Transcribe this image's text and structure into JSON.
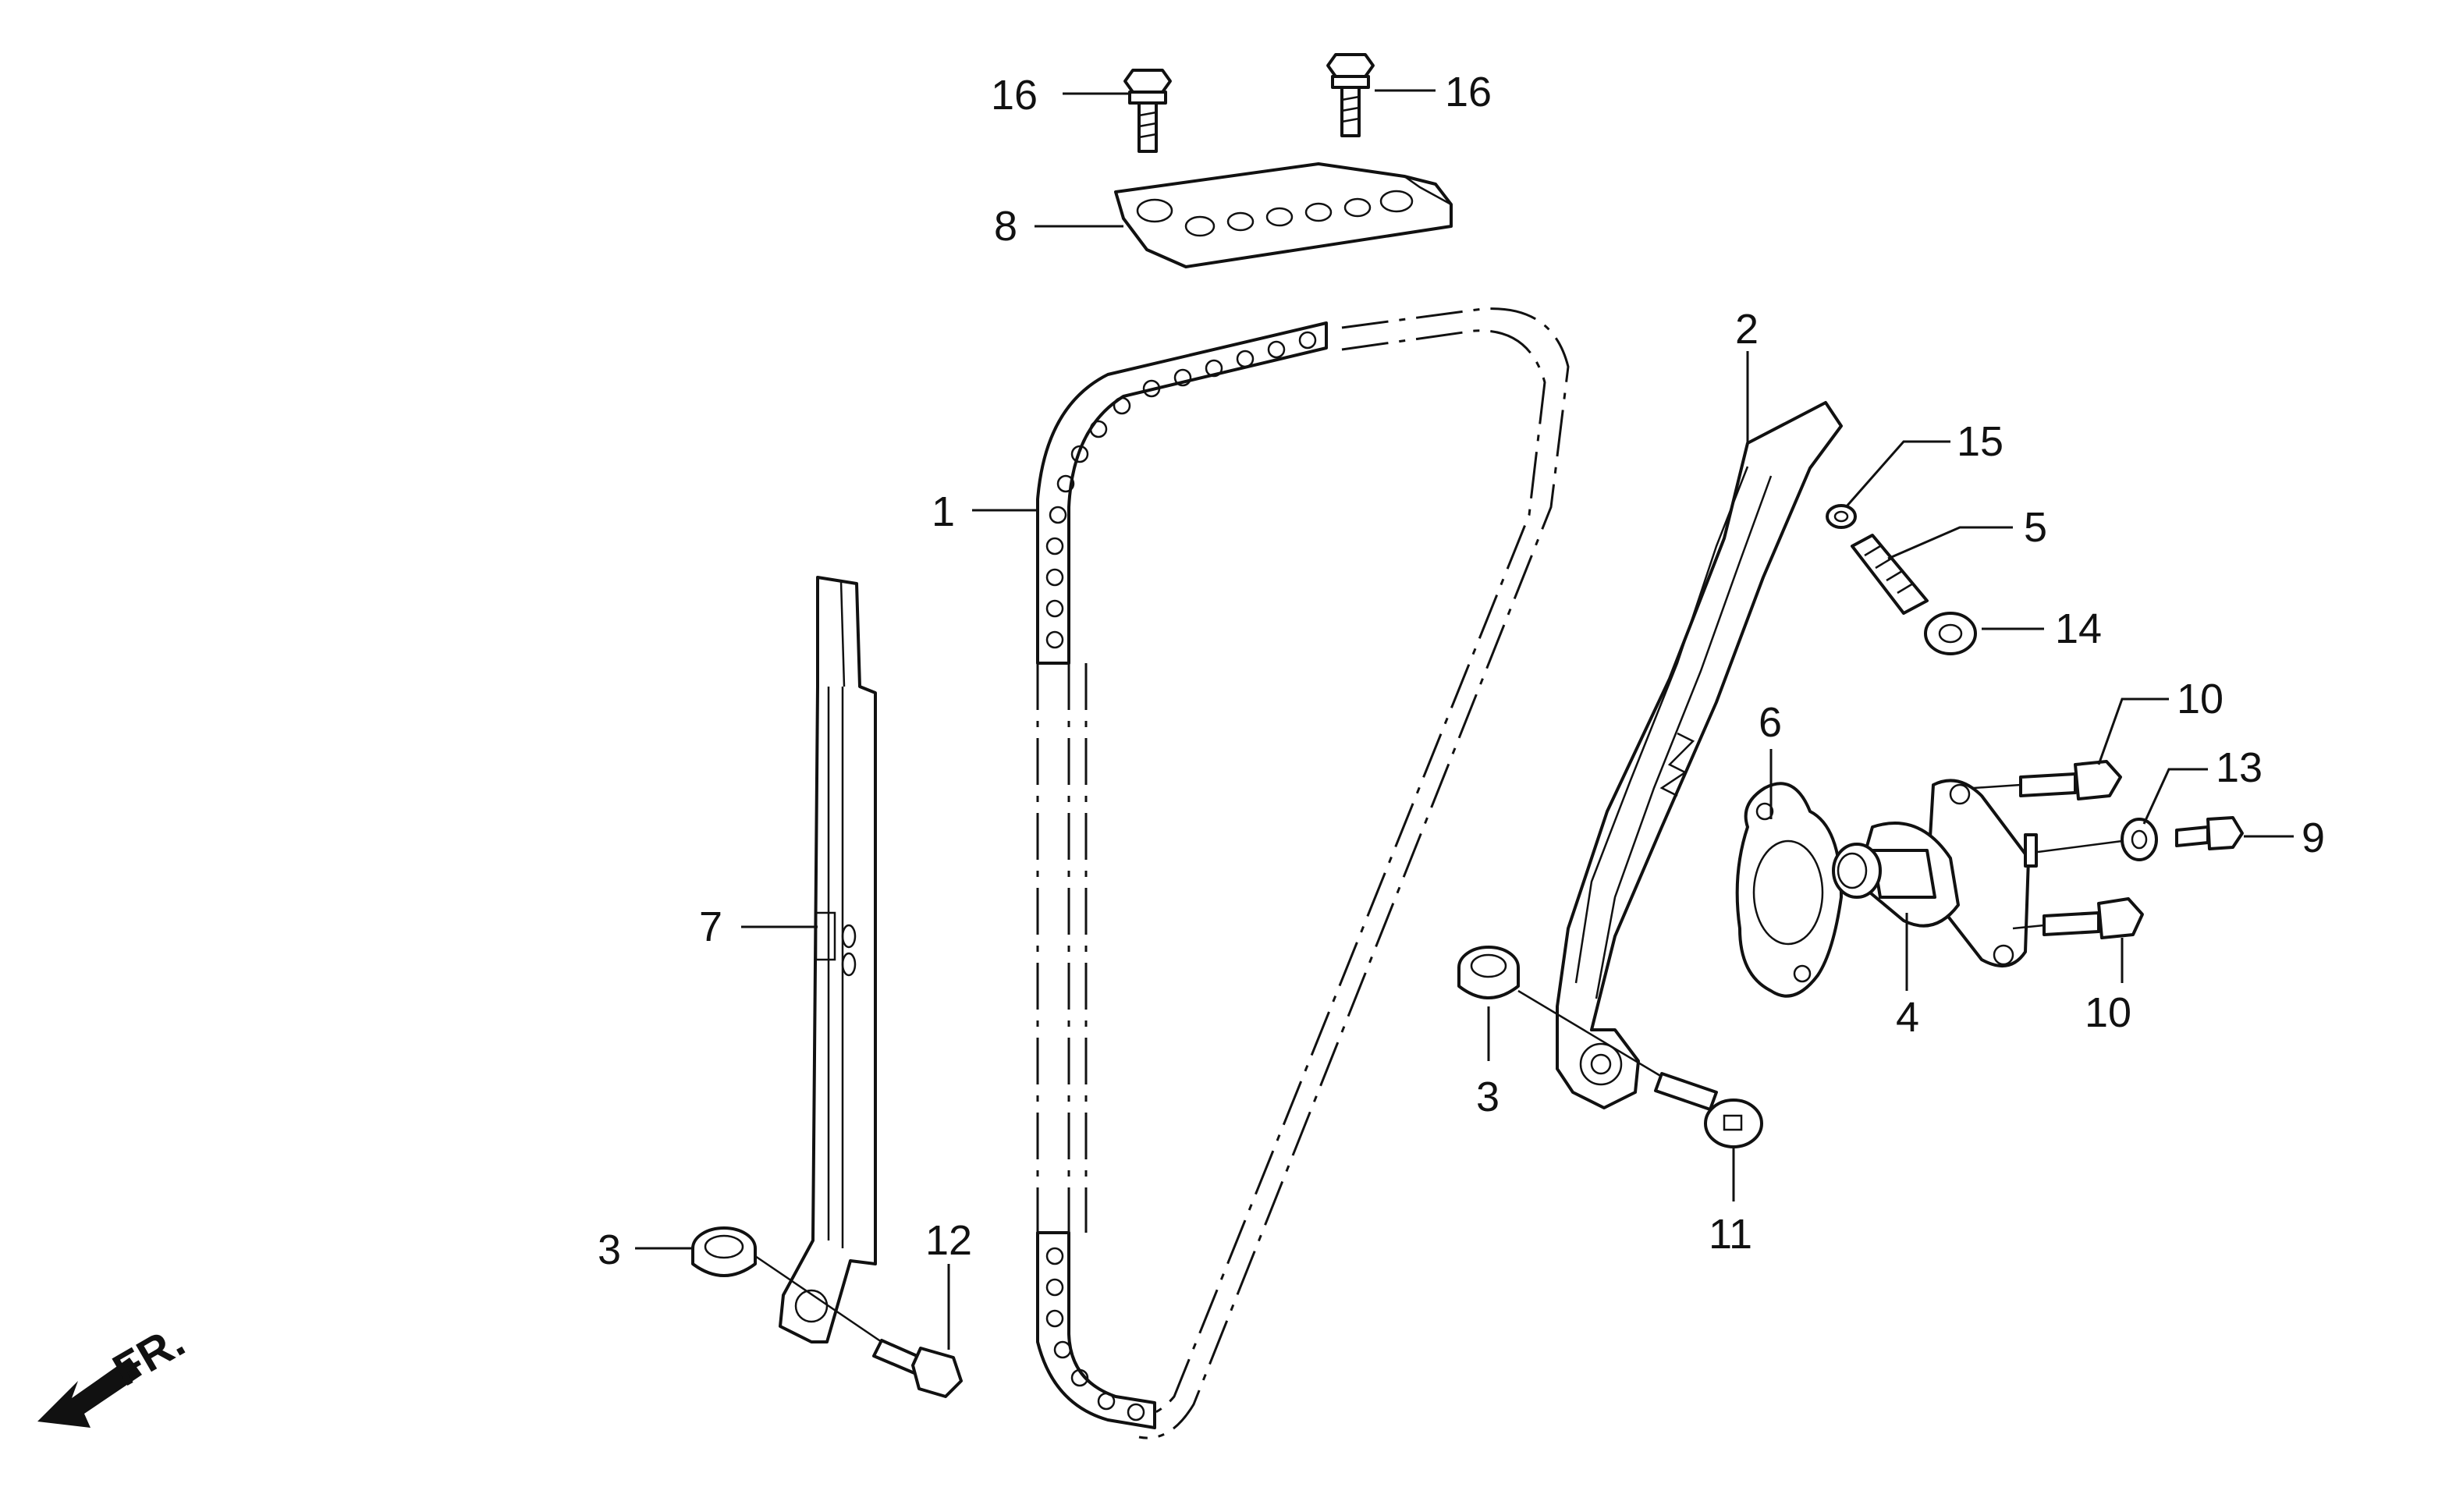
{
  "callouts": [
    {
      "id": "c1",
      "text": "1"
    },
    {
      "id": "c2",
      "text": "2"
    },
    {
      "id": "c3a",
      "text": "3"
    },
    {
      "id": "c3b",
      "text": "3"
    },
    {
      "id": "c4",
      "text": "4"
    },
    {
      "id": "c5",
      "text": "5"
    },
    {
      "id": "c6",
      "text": "6"
    },
    {
      "id": "c7",
      "text": "7"
    },
    {
      "id": "c8",
      "text": "8"
    },
    {
      "id": "c9",
      "text": "9"
    },
    {
      "id": "c10a",
      "text": "10"
    },
    {
      "id": "c10b",
      "text": "10"
    },
    {
      "id": "c11",
      "text": "11"
    },
    {
      "id": "c12",
      "text": "12"
    },
    {
      "id": "c13",
      "text": "13"
    },
    {
      "id": "c14",
      "text": "14"
    },
    {
      "id": "c15",
      "text": "15"
    },
    {
      "id": "c16a",
      "text": "16"
    },
    {
      "id": "c16b",
      "text": "16"
    }
  ],
  "front_marker": "FR."
}
